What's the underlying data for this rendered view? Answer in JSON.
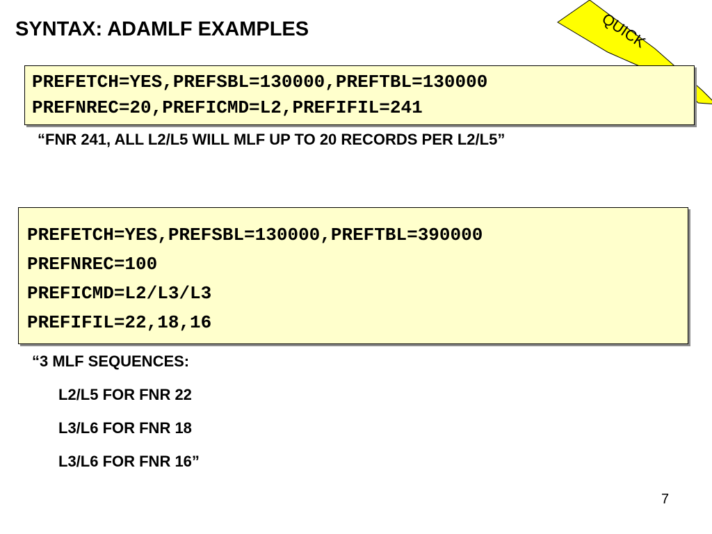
{
  "slide": {
    "title": "SYNTAX: ADAMLF EXAMPLES",
    "badge": {
      "label": "QUICK",
      "color": "#ffff00"
    },
    "example1": {
      "lines": [
        "PREFETCH=YES,PREFSBL=130000,PREFTBL=130000",
        "PREFNREC=20,PREFICMD=L2,PREFIFIL=241"
      ],
      "caption": "“FNR 241, ALL L2/L5 WILL MLF UP TO 20 RECORDS PER L2/L5”"
    },
    "example2": {
      "lines": [
        "PREFETCH=YES,PREFSBL=130000,PREFTBL=390000",
        "PREFNREC=100",
        "PREFICMD=L2/L3/L3",
        "PREFIFIL=22,18,16"
      ],
      "caption_heading": "“3 MLF SEQUENCES:",
      "caption_items": [
        "L2/L5 FOR FNR 22",
        "L3/L6 FOR FNR 18",
        "L3/L6 FOR FNR 16”"
      ]
    },
    "page_number": "7",
    "colors": {
      "code_box_background": "#ffffcc",
      "badge_fill": "#ffff00"
    }
  }
}
